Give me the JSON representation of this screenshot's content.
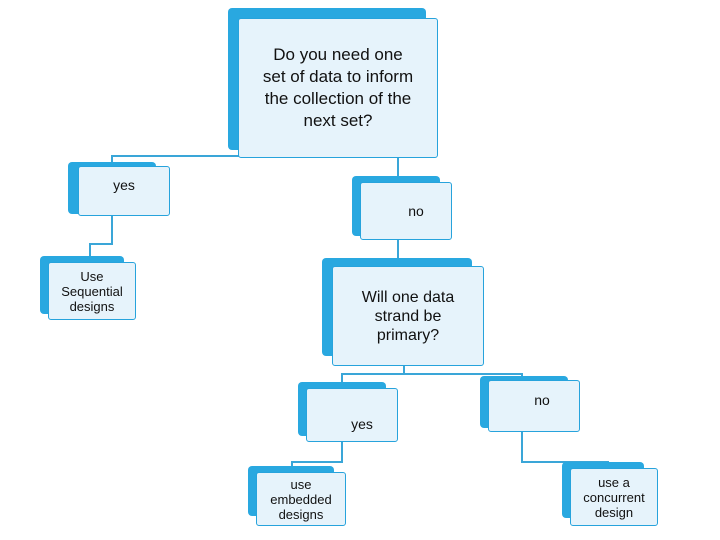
{
  "nodes": {
    "question_1": "Do you need one\nset of data to inform\nthe collection of the\nnext set?",
    "yes_1": "yes",
    "no_1": "no",
    "sequential": "Use\nSequential\ndesigns",
    "question_2": "Will one data\nstrand be\nprimary?",
    "yes_2": "yes",
    "no_2": "no",
    "embedded": "use\nembedded\ndesigns",
    "concurrent": "use a\nconcurrent\ndesign"
  },
  "colors": {
    "accent": "#29a8e0",
    "box_fill": "#e6f3fb",
    "connector": "#3aa6d8"
  }
}
